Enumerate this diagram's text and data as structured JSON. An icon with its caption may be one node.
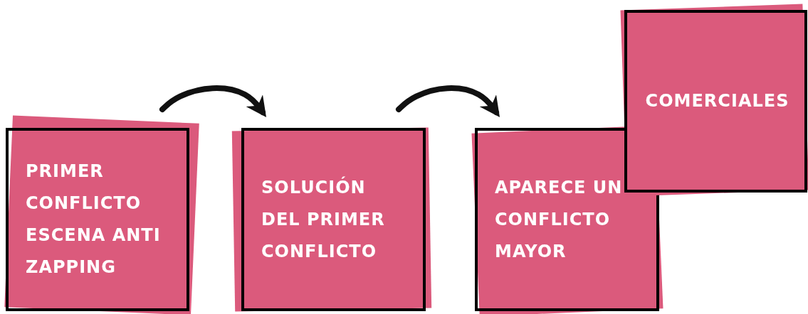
{
  "diagram": {
    "nodes": [
      {
        "text": [
          "PRIMER CONFLICTO ESCENA ANTI ZAPPING"
        ]
      },
      {
        "text": [
          "SOLUCIÓN DEL PRIMER CONFLICTO"
        ]
      },
      {
        "text": [
          "APARECE UN CONFLICTO MAYOR"
        ]
      },
      {
        "text": [
          "COMERCIALES"
        ]
      }
    ],
    "edges": [
      {
        "from": 0,
        "to": 1,
        "arrow": "to"
      },
      {
        "from": 1,
        "to": 2,
        "arrow": "to"
      }
    ]
  }
}
